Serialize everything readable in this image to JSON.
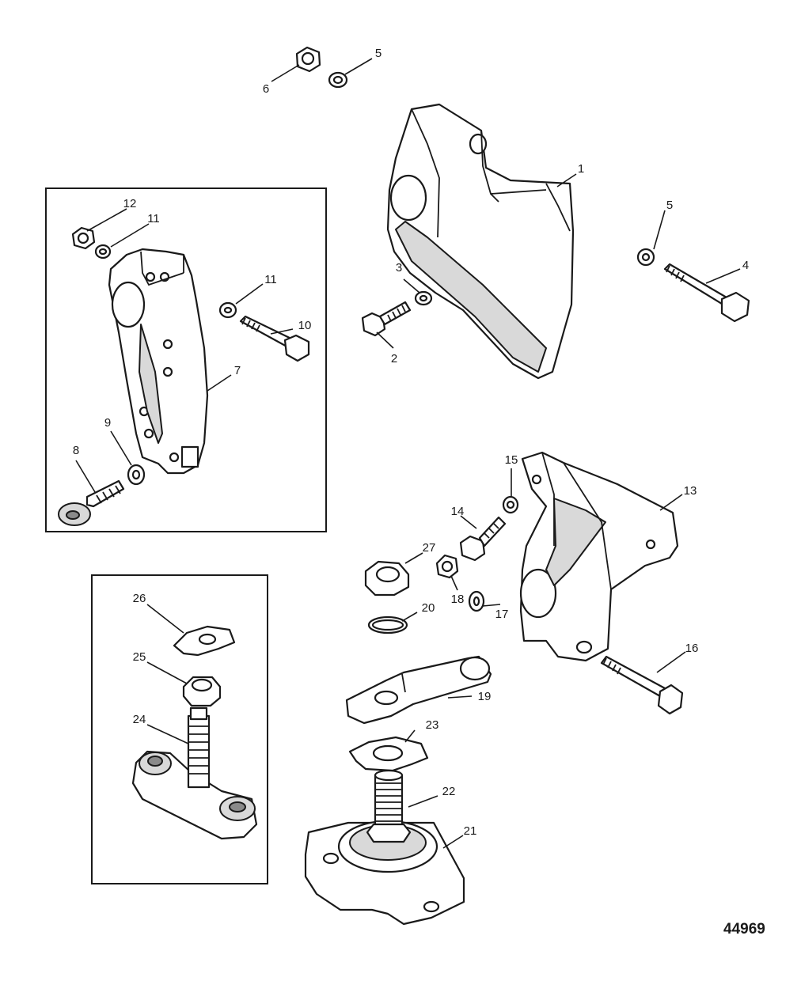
{
  "callouts": {
    "c1": "1",
    "c2": "2",
    "c3": "3",
    "c4": "4",
    "c5a": "5",
    "c5b": "5",
    "c6": "6",
    "c7": "7",
    "c8": "8",
    "c9": "9",
    "c10": "10",
    "c11a": "11",
    "c11b": "11",
    "c12": "12",
    "c13": "13",
    "c14": "14",
    "c15": "15",
    "c16": "16",
    "c17": "17",
    "c18": "18",
    "c19": "19",
    "c20": "20",
    "c21": "21",
    "c22": "22",
    "c23": "23",
    "c24": "24",
    "c25": "25",
    "c26": "26",
    "c27": "27"
  },
  "figure_id": "44969"
}
